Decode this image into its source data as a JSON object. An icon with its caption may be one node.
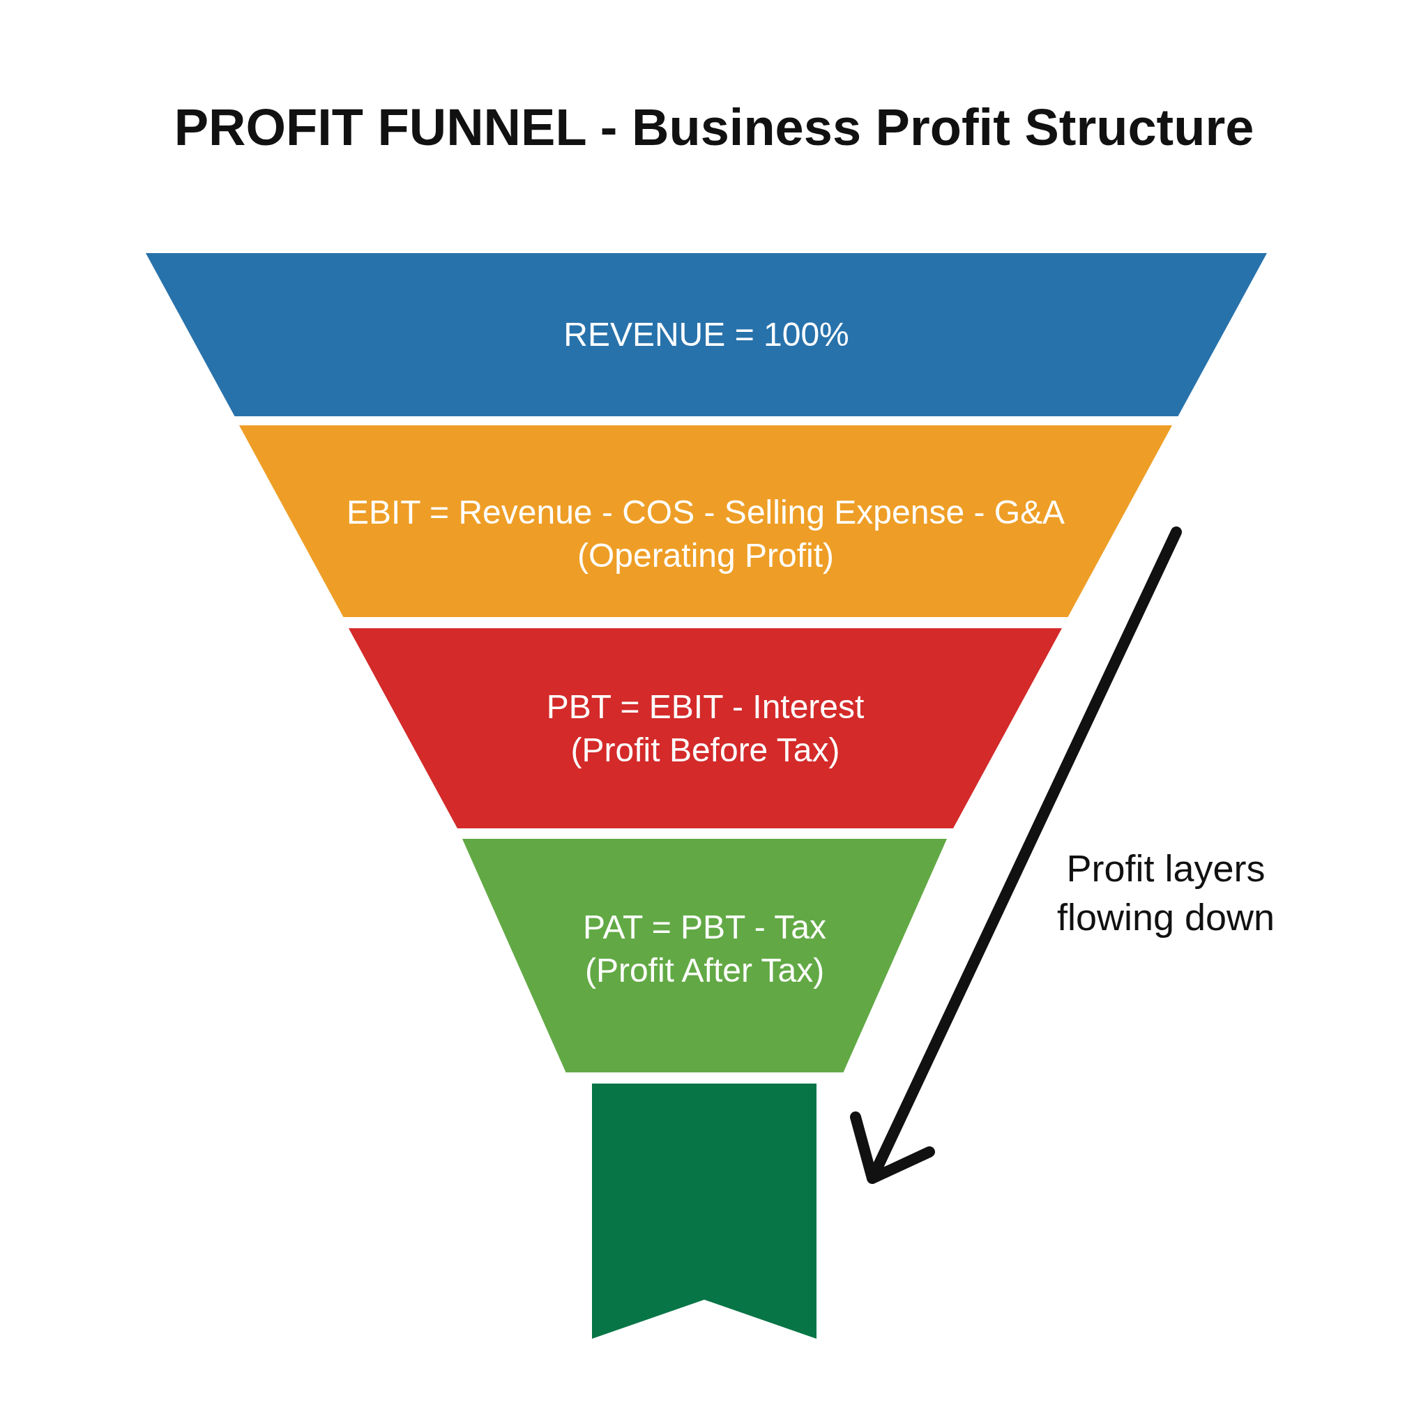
{
  "diagram": {
    "title": "PROFIT FUNNEL - Business Profit Structure",
    "nodes": [
      {
        "text": [
          "REVENUE = 100%"
        ]
      },
      {
        "text": [
          "EBIT = Revenue - COS - Selling Expense - G&A (Operating Profit)"
        ]
      },
      {
        "text": [
          "PBT = EBIT - Interest (Profit Before Tax)"
        ]
      },
      {
        "text": [
          "PAT = PBT - Tax (Profit After Tax)"
        ]
      },
      {
        "text": [],
        "shape": "ribbon"
      }
    ],
    "labels": [
      "Profit layers flowing down"
    ]
  }
}
